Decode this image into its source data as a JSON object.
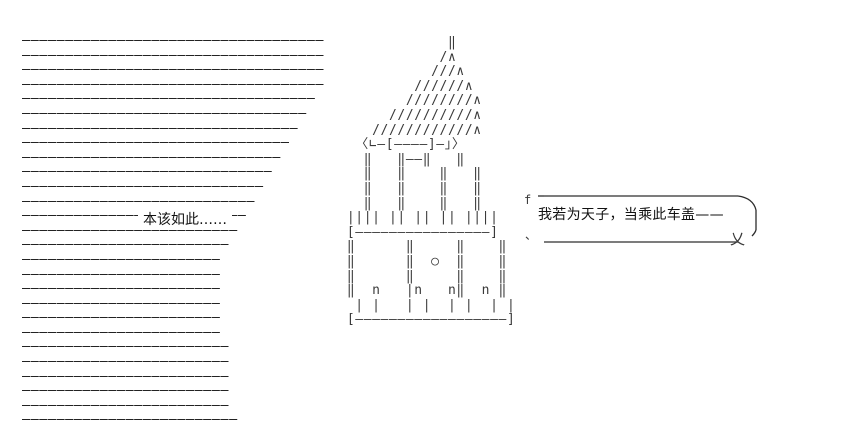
{
  "scene": {
    "title": "ascii-art-carriage-scene",
    "background_color": "#ffffff",
    "ink_color": "#111111",
    "art_color": "#3a3a3a"
  },
  "background": {
    "name": "hatched-dash-field",
    "glyph": "—",
    "rows": [
      "———————————————————————————————————",
      "———————————————————————————————————",
      "———————————————————————————————————",
      "———————————————————————————————————",
      "——————————————————————————————————",
      "—————————————————————————————————",
      "————————————————————————————————",
      "———————————————————————————————",
      "——————————————————————————————",
      "—————————————————————————————",
      "————————————————————————————",
      "———————————————————————————",
      "——————————————————————————",
      "—————————————————————————",
      "————————————————————————",
      "———————————————————————",
      "———————————————————————",
      "———————————————————————",
      "———————————————————————",
      "———————————————————————",
      "———————————————————————",
      "————————————————————————",
      "————————————————————————",
      "————————————————————————",
      "————————————————————————",
      "————————————————————————",
      "—————————————————————————"
    ]
  },
  "art": {
    "name": "imperial-carriage-ascii",
    "lines": [
      "              ‖",
      "             /∧",
      "            ///∧",
      "          //////∧",
      "         ////////∧",
      "       //////////∧",
      "     ////////////∧",
      "   〈∟—[————]—」〉",
      "    ‖   ‖——‖   ‖",
      "    ‖   ‖    ‖   ‖",
      "    ‖   ‖    ‖   ‖",
      "    ‖   ‖    ‖   ‖",
      "  |||| || || || ||||",
      "  [————————————————]",
      "  ‖      ‖     ‖    ‖",
      "  ‖      ‖  ○  ‖    ‖",
      "  ‖      ‖     ‖    ‖",
      "  ‖  n   |n   n‖  n ‖",
      "   | |   | |  | |  | |",
      "  [——————————————————]"
    ]
  },
  "dialogue": {
    "left_line": {
      "name": "narration-left",
      "text": "本该如此……"
    },
    "balloon": {
      "name": "speech-balloon",
      "text": "我若为天子，当乘此车盖——",
      "corner_glyph_top": "f",
      "corner_glyph_bottom": "、",
      "tail_glyph": "乂"
    }
  }
}
